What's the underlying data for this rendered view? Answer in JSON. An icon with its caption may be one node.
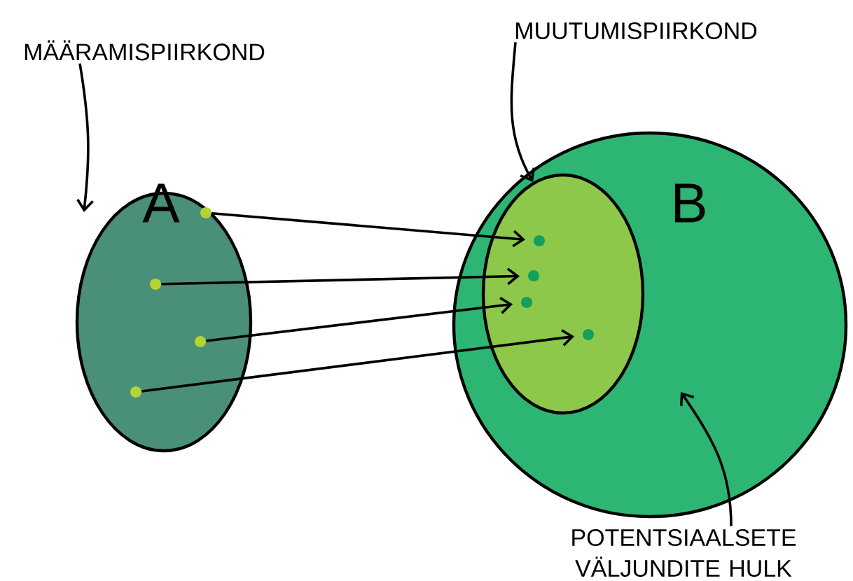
{
  "diagram": {
    "nodes": [
      {
        "text": [
          "MÄÄRAMISPIIRKOND"
        ]
      },
      {
        "text": [
          "A"
        ]
      },
      {
        "text": [],
        "shape": "circle",
        "in": 1
      },
      {
        "text": [],
        "shape": "circle",
        "in": 1
      },
      {
        "text": [],
        "shape": "circle",
        "in": 1
      },
      {
        "text": [],
        "shape": "circle",
        "in": 1
      },
      {
        "text": [
          "MUUTUMISPIIRKOND"
        ]
      },
      {
        "text": [
          "B"
        ]
      },
      {
        "text": [],
        "shape": "circle",
        "in": 7
      },
      {
        "text": [],
        "shape": "circle",
        "in": 8
      },
      {
        "text": [],
        "shape": "circle",
        "in": 8
      },
      {
        "text": [],
        "shape": "circle",
        "in": 8
      },
      {
        "text": [],
        "shape": "circle",
        "in": 8
      },
      {
        "text": [
          "POTENTSIAALSETE VÄLJUNDITE HULK"
        ]
      }
    ],
    "edges": [
      {
        "from": 0,
        "to": 1,
        "arrow": "to"
      },
      {
        "from": 6,
        "to": 8,
        "arrow": "to"
      },
      {
        "from": 13,
        "to": 7,
        "arrow": "to"
      },
      {
        "from": 2,
        "to": 9,
        "arrow": "to"
      },
      {
        "from": 3,
        "to": 10,
        "arrow": "to"
      },
      {
        "from": 4,
        "to": 11,
        "arrow": "to"
      },
      {
        "from": 5,
        "to": 12,
        "arrow": "to"
      }
    ]
  }
}
